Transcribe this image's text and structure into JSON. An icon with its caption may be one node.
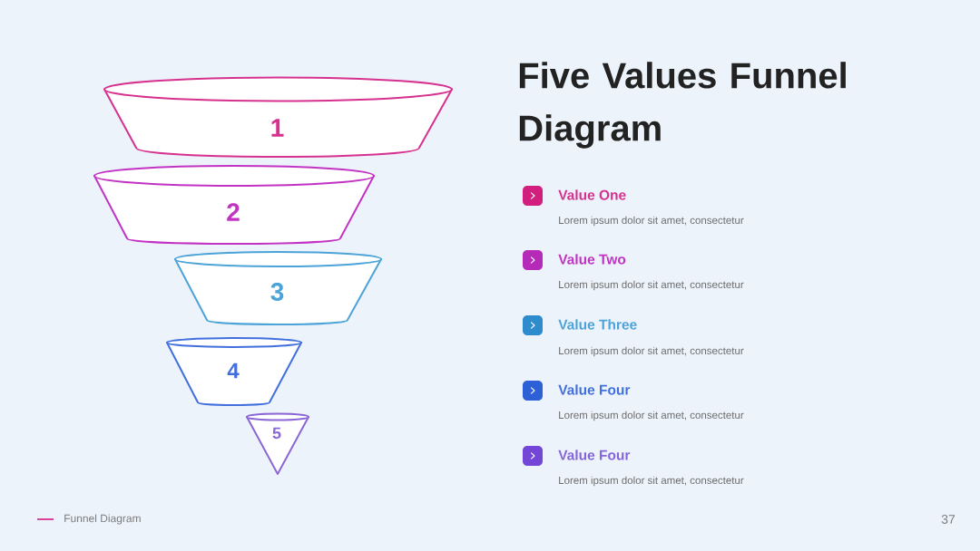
{
  "diagram": {
    "title": "Five Values Funnel Diagram",
    "nodes": [
      {
        "text": [
          "1"
        ]
      },
      {
        "text": [
          "2"
        ]
      },
      {
        "text": [
          "3"
        ]
      },
      {
        "text": [
          "4"
        ]
      },
      {
        "text": [
          "5"
        ]
      }
    ],
    "labels": [
      "Value One",
      "Lorem ipsum dolor sit amet, consectetur",
      "Value Two",
      "Lorem ipsum dolor sit amet, consectetur",
      "Value Three",
      "Lorem ipsum dolor sit amet, consectetur",
      "Value Four",
      "Lorem ipsum dolor sit amet, consectetur",
      "Value Four",
      "Lorem ipsum dolor sit amet, consectetur",
      "Funnel Diagram",
      "37"
    ]
  }
}
